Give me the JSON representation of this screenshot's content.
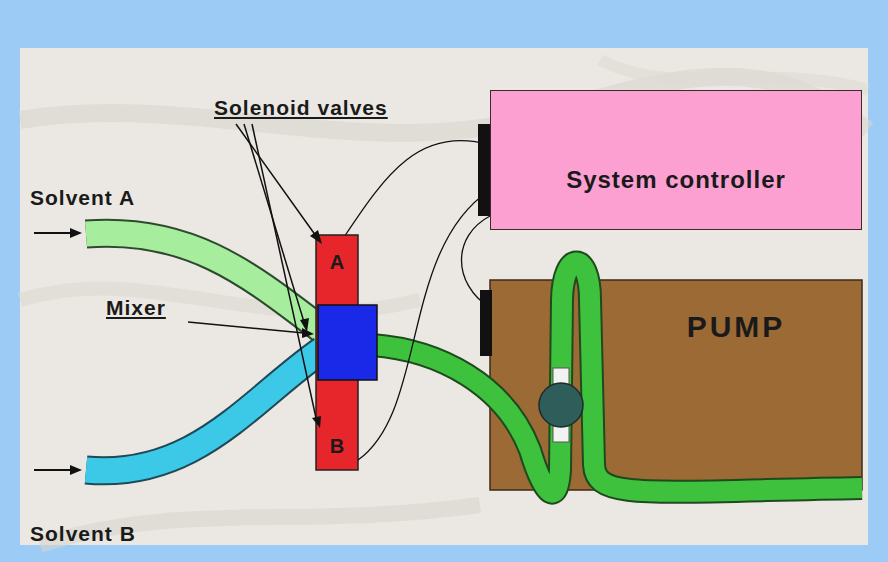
{
  "diagram": {
    "nodes": [
      {
        "text": [
          "System controller"
        ]
      },
      {
        "text": [
          "PUMP"
        ]
      },
      {
        "text": [
          "A"
        ]
      },
      {
        "text": [
          "B"
        ]
      }
    ],
    "edges": [
      {
        "from": 0,
        "to": 2,
        "arrow": "none"
      },
      {
        "from": 0,
        "to": 3,
        "arrow": "none"
      },
      {
        "from": 0,
        "to": 1,
        "arrow": "none"
      }
    ],
    "labels": [
      "Solenoid valves",
      "Solvent A",
      "Mixer",
      "Solvent B"
    ]
  }
}
